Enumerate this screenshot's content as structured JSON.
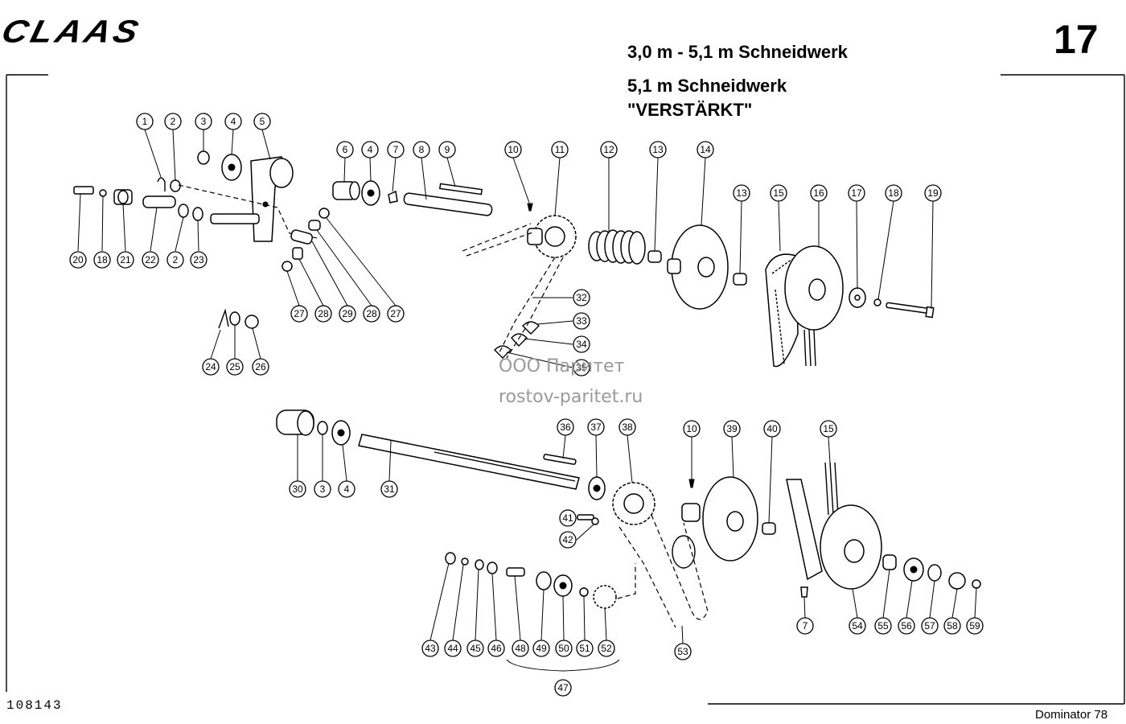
{
  "header": {
    "logo": "CLAAS",
    "page_number": "17",
    "title_line_1": "3,0 m - 5,1 m Schneidwerk",
    "title_line_2": "5,1 m Schneidwerk",
    "title_line_3": "\"VERSTÄRKT\""
  },
  "footer": {
    "drawing_number": "108143",
    "model": "Dominator 78"
  },
  "watermark": {
    "company": "ООО Паритет",
    "website": "rostov-paritet.ru"
  },
  "callouts": [
    "1",
    "2",
    "3",
    "4",
    "5",
    "20",
    "18",
    "21",
    "22",
    "2",
    "23",
    "6",
    "4",
    "7",
    "8",
    "9",
    "27",
    "28",
    "29",
    "28",
    "27",
    "24",
    "25",
    "26",
    "10",
    "11",
    "12",
    "13",
    "14",
    "13",
    "15",
    "16",
    "17",
    "18",
    "19",
    "32",
    "33",
    "34",
    "35",
    "30",
    "3",
    "4",
    "31",
    "36",
    "37",
    "38",
    "10",
    "39",
    "40",
    "15",
    "41",
    "42",
    "43",
    "44",
    "45",
    "46",
    "48",
    "49",
    "50",
    "51",
    "52",
    "53",
    "7",
    "54",
    "55",
    "56",
    "57",
    "58",
    "59",
    "47"
  ]
}
